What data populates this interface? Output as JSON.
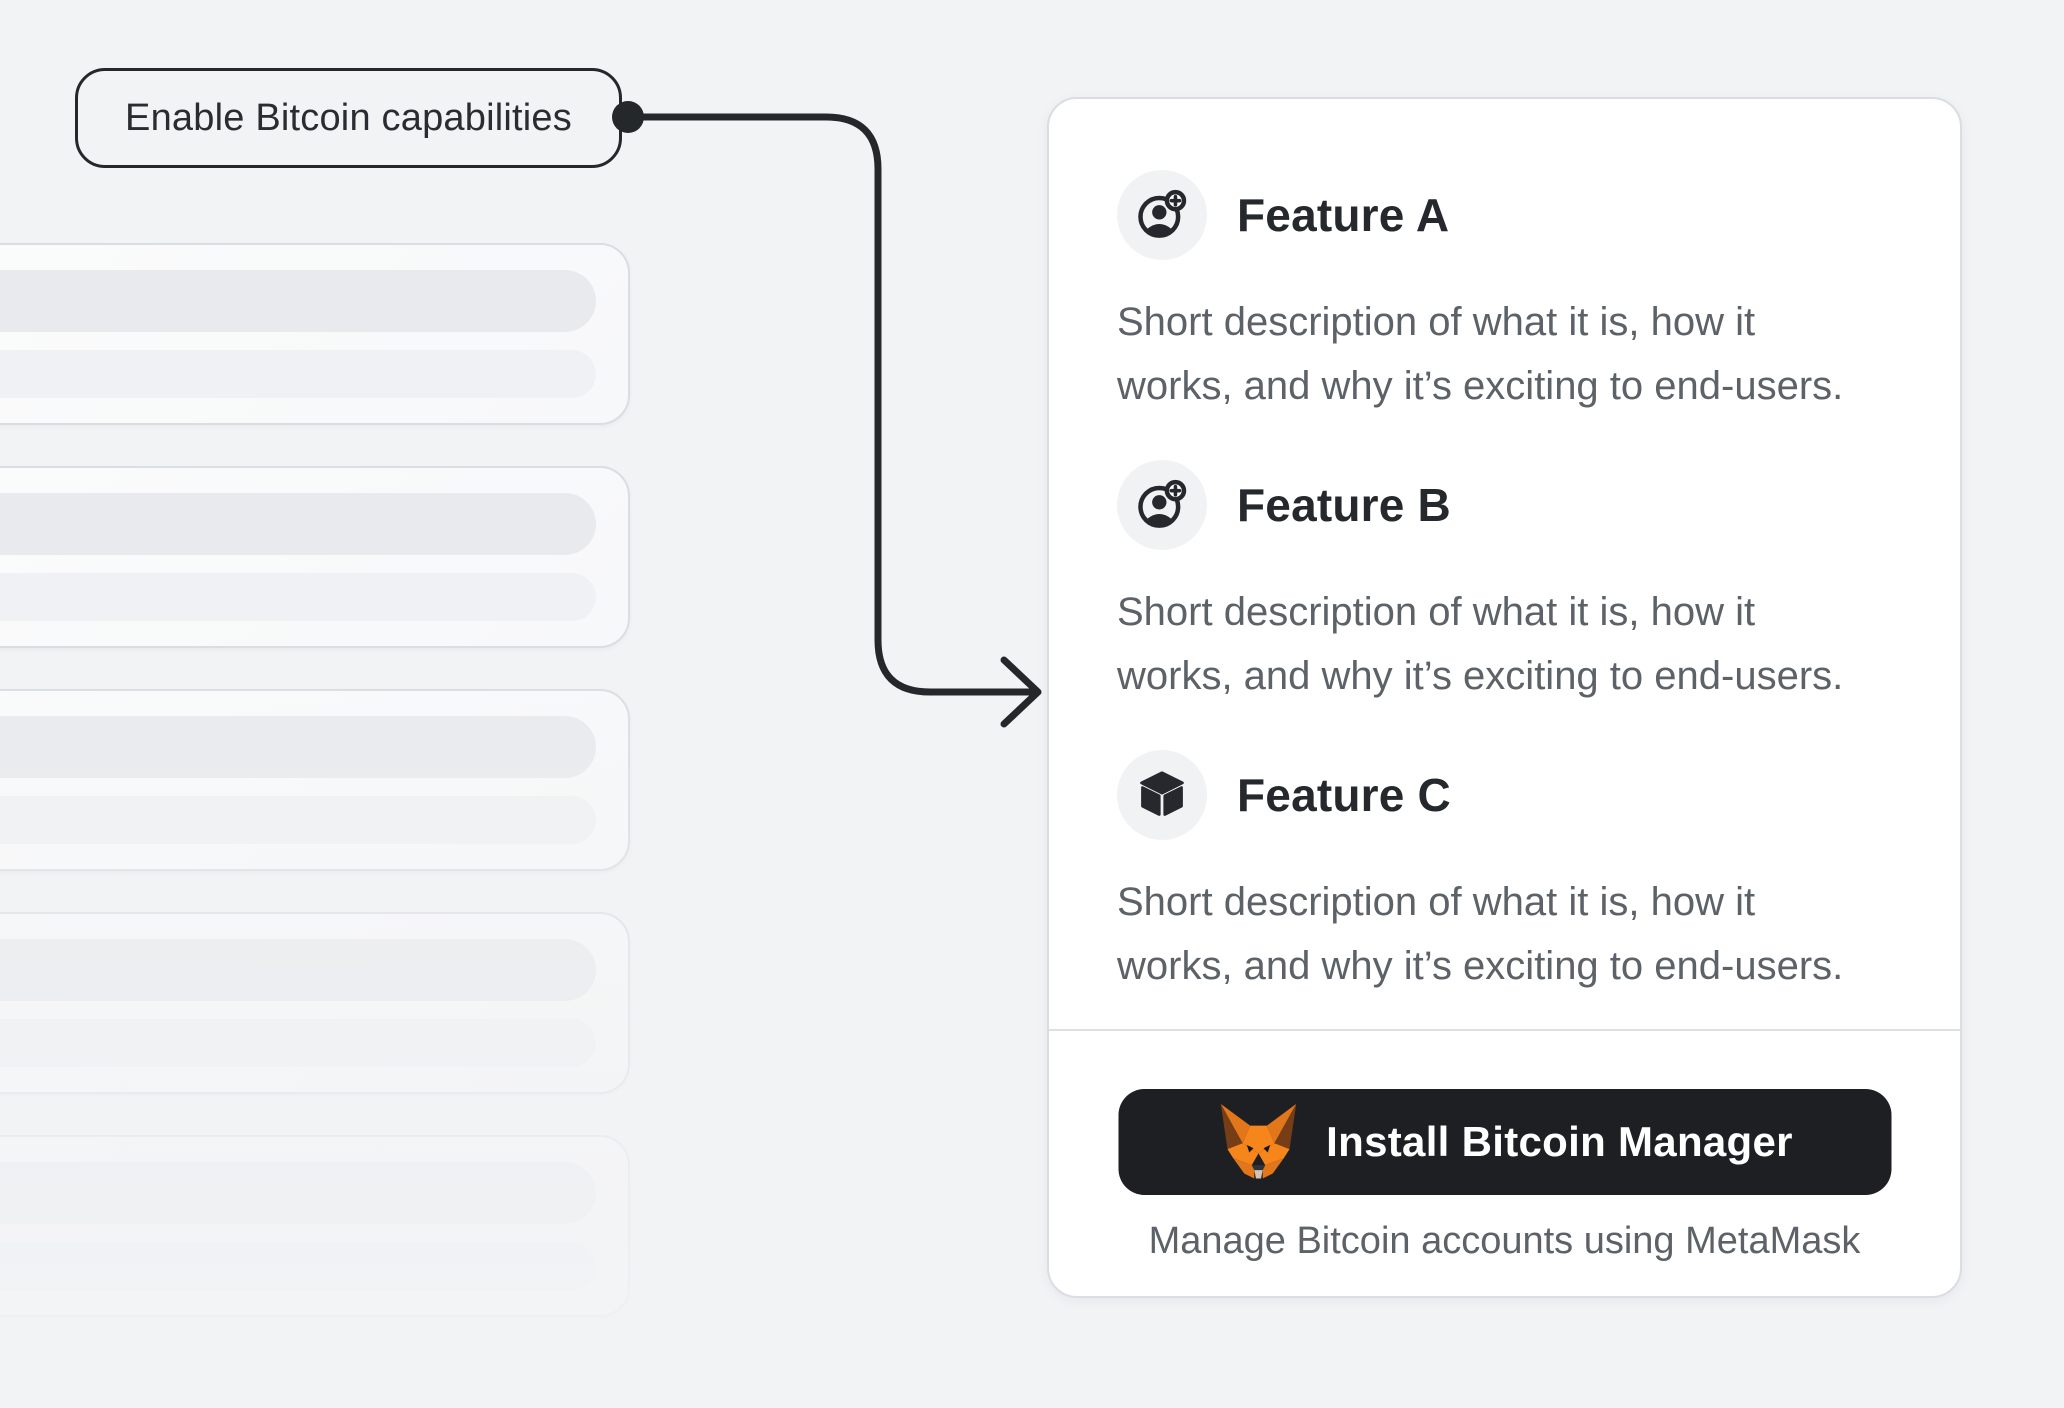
{
  "page": {
    "background": "#f2f3f5"
  },
  "annotation": {
    "label": "Enable Bitcoin capabilities"
  },
  "skeleton": {
    "cards": [
      {
        "opacity": 1
      },
      {
        "opacity": 1
      },
      {
        "opacity": 1
      },
      {
        "opacity": 0.95
      },
      {
        "opacity": 0.85
      }
    ]
  },
  "panel": {
    "features": [
      {
        "title": "Feature A",
        "icon": "account-plus-icon",
        "desc_lines": [
          "Short description of what it is, how it",
          "works, and why it’s exciting to end-users."
        ]
      },
      {
        "title": "Feature B",
        "icon": "account-plus-icon",
        "desc_lines": [
          "Short description of what it is, how it",
          "works, and why it’s exciting to end-users."
        ]
      },
      {
        "title": "Feature C",
        "icon": "cube-icon",
        "desc_lines": [
          "Short description of what it is, how it",
          "works, and why it’s exciting to end-users."
        ]
      }
    ],
    "install": {
      "button_label": "Install Bitcoin Manager",
      "button_icon": "metamask-fox-icon",
      "caption": "Manage Bitcoin accounts using MetaMask"
    }
  },
  "colors": {
    "stroke_dark": "#25282b",
    "text_primary": "#25282c",
    "text_secondary": "#5c6268",
    "card_border": "#dadde1",
    "button_bg": "#1d1f23",
    "fox_orange": "#f6851b"
  }
}
